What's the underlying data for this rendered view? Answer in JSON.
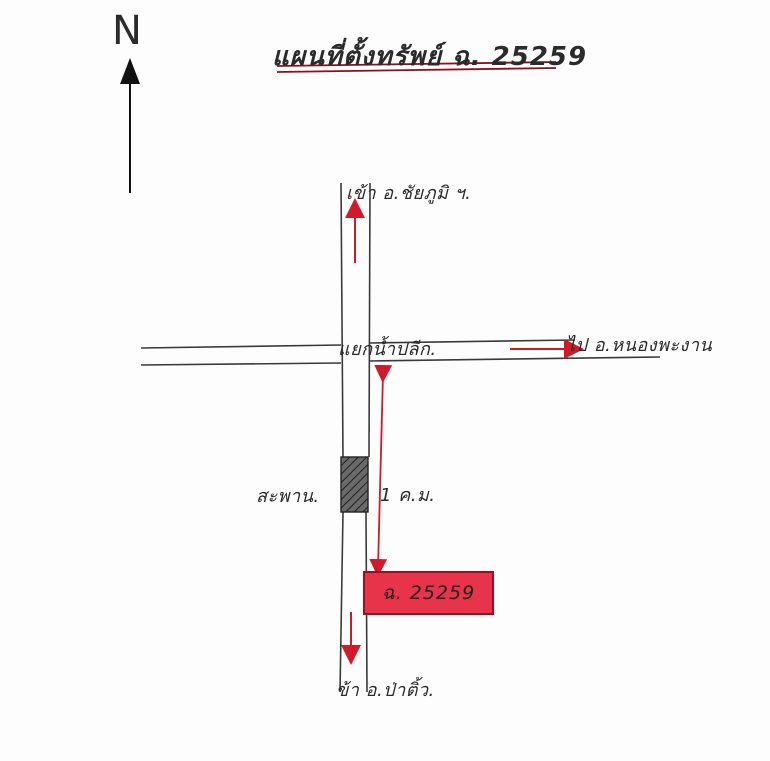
{
  "map": {
    "title": "แผนที่ตั้งทรัพย์ ฉ. 25259",
    "north_label": "N",
    "labels": {
      "north_road": "เข้า อ.ชัยภูมิ ฯ.",
      "intersection": "แยกน้ำปลีก.",
      "east_road": "ไป อ.หนองพะงาน",
      "bridge": "สะพาน.",
      "distance": "1 ค.ม.",
      "south_road": "ข้า อ.ป่าติ้ว."
    },
    "plot": {
      "label": "ฉ. 25259",
      "color": "#e8344a"
    },
    "colors": {
      "road_line": "#3a3a3a",
      "arrow_red": "#d01a2a",
      "north_arrow": "#111111",
      "bridge_fill": "#555555"
    },
    "icons": {
      "north": "north-arrow-icon",
      "bridge": "bridge-hatched-icon",
      "direction": "red-arrow-icon"
    }
  }
}
